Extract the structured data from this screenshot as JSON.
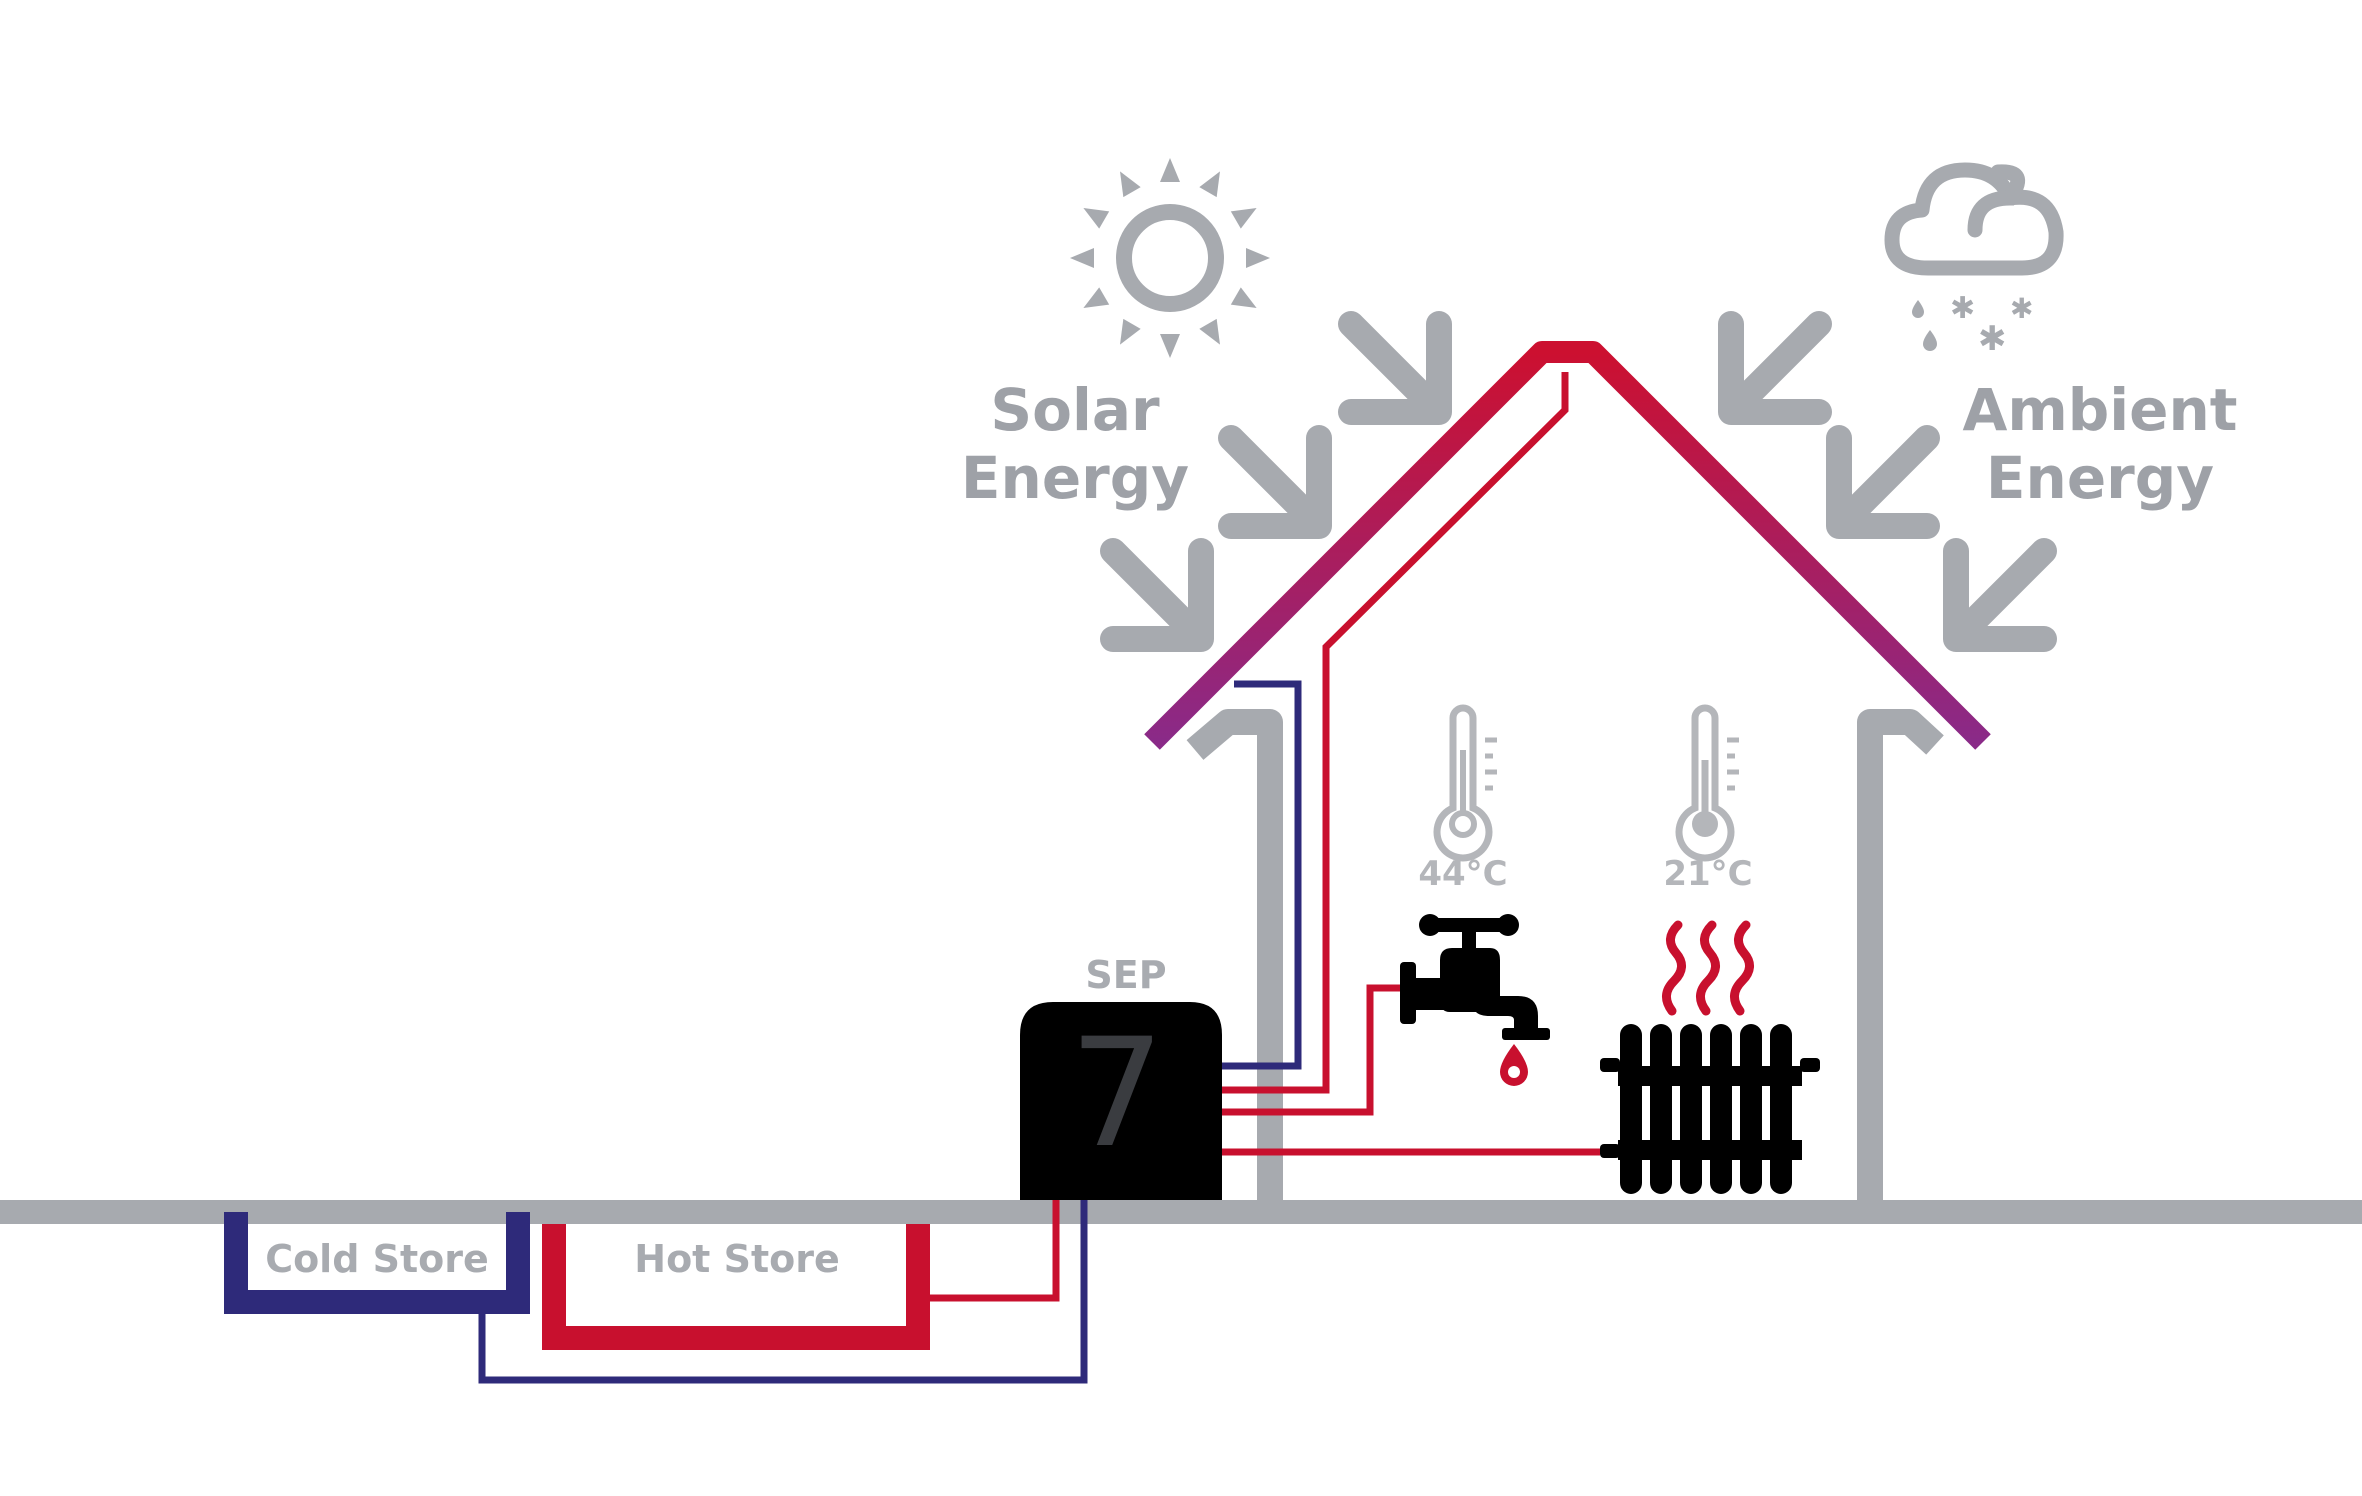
{
  "labels": {
    "solar_line1": "Solar",
    "solar_line2": "Energy",
    "ambient_line1": "Ambient",
    "ambient_line2": "Energy",
    "sep": "SEP",
    "sep_digit": "7",
    "cold_store": "Cold Store",
    "hot_store": "Hot Store",
    "hot_water_temp": "44°C",
    "heating_temp": "21°C"
  },
  "icons": {
    "sun": "sun-icon",
    "weather": "cloud-rain-snow-icon",
    "tap": "water-tap-icon",
    "radiator": "radiator-icon",
    "thermometer": "thermometer-icon",
    "arrow": "diagonal-arrow-icon"
  },
  "colors": {
    "grey": "#a7aaaf",
    "label_grey": "#9ea1a7",
    "red": "#c8102e",
    "navy": "#2e2a7a",
    "purple": "#8a2a88",
    "black": "#000000"
  }
}
